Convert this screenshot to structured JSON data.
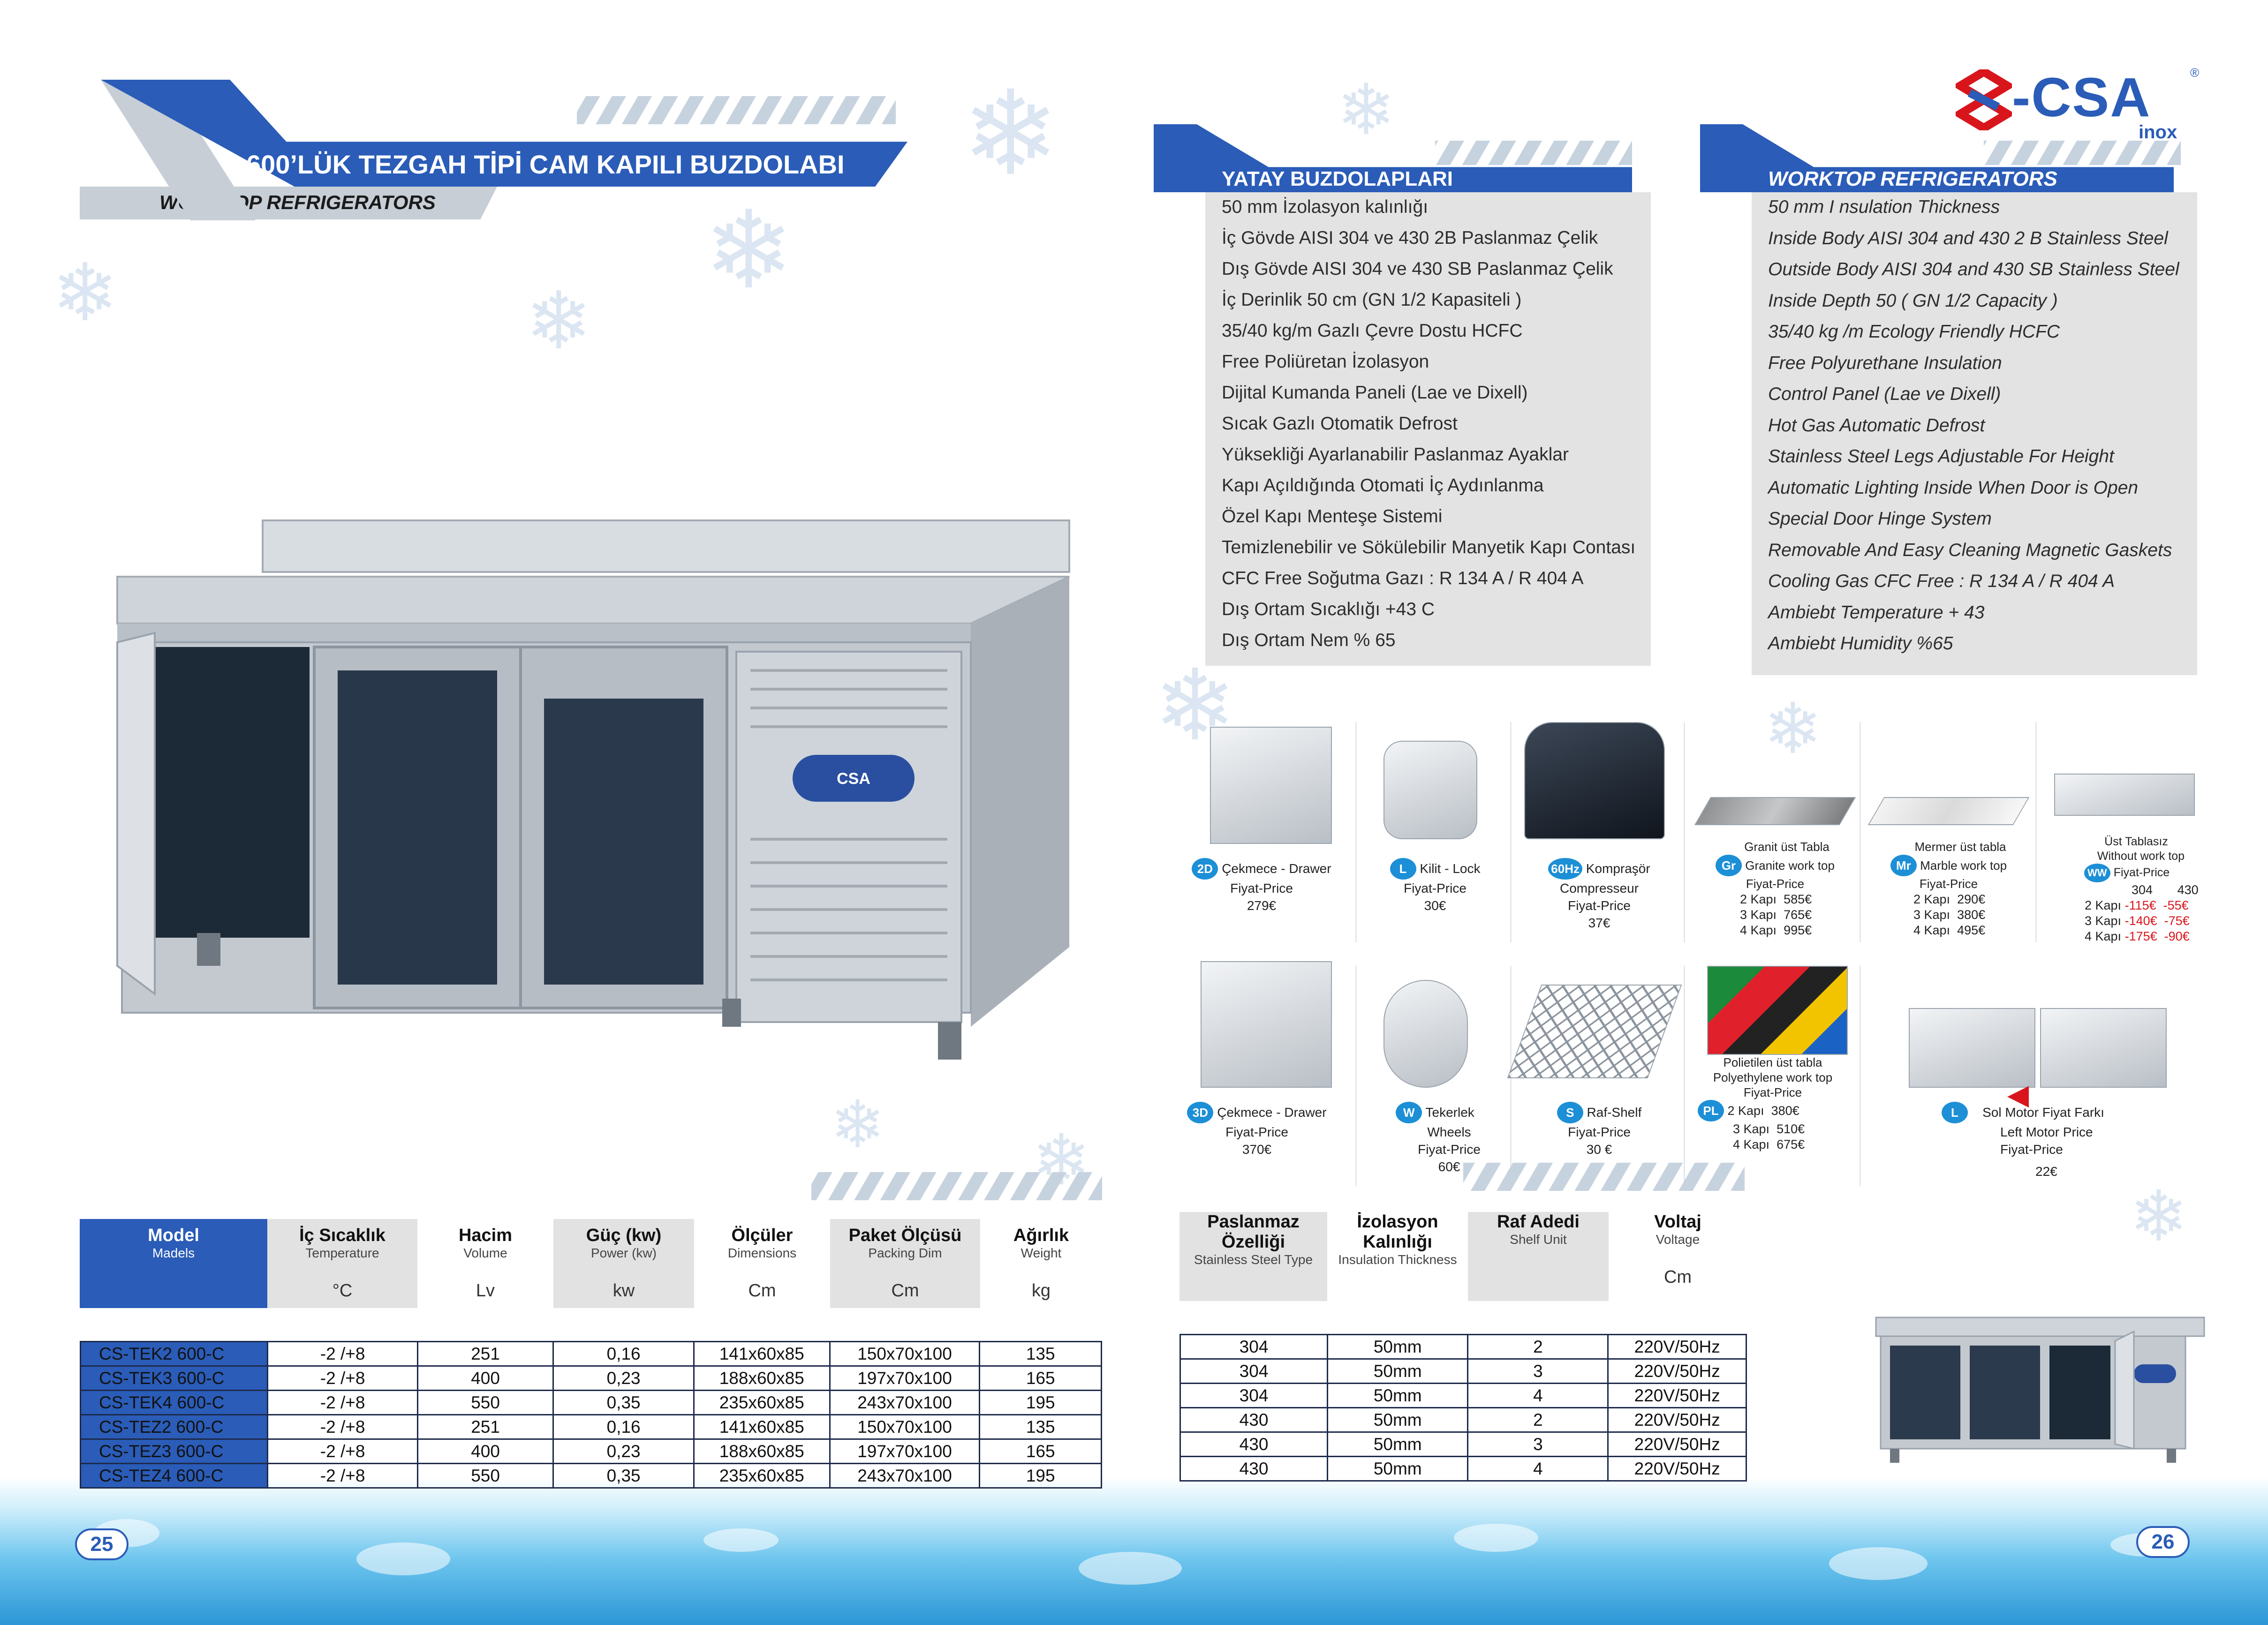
{
  "left_page": {
    "title": "600’LÜK  TEZGAH TİPİ CAM KAPILI BUZDOLABI",
    "subtitle": "WORKTOP  REFRIGERATORS",
    "page_number": "25"
  },
  "right_page": {
    "logo_text": "-CSA",
    "logo_sub": "inox",
    "logo_reg": "®",
    "page_number": "26",
    "tr_heading": "YATAY  BUZDOLAPLARI",
    "en_heading": "WORKTOP  REFRIGERATORS",
    "features_tr": [
      "50 mm İzolasyon kalınlığı",
      "İç Gövde AISI 304 ve 430 2B Paslanmaz Çelik",
      "Dış Gövde AISI 304 ve 430 SB Paslanmaz Çelik",
      "İç Derinlik 50 cm (GN 1/2 Kapasiteli )",
      "35/40 kg/m Gazlı Çevre Dostu HCFC",
      "Free Poliüretan İzolasyon",
      "Dijital Kumanda Paneli (Lae ve Dixell)",
      "Sıcak Gazlı Otomatik Defrost",
      "Yüksekliği Ayarlanabilir Paslanmaz Ayaklar",
      "Kapı Açıldığında Otomati İç Aydınlanma",
      "Özel  Kapı Menteşe Sistemi",
      "Temizlenebilir ve Sökülebilir Manyetik Kapı Contası",
      "CFC Free Soğutma Gazı : R 134 A  / R 404 A",
      "Dış Ortam Sıcaklığı  +43 C",
      "Dış Ortam Nem  % 65"
    ],
    "features_en": [
      "50 mm I nsulation Thickness",
      "Inside Body AISI 304 and 430 2 B Stainless Steel",
      "Outside Body AISI 304 and 430 SB Stainless Steel",
      "Inside Depth 50 ( GN 1/2 Capacity )",
      "35/40 kg /m Ecology Friendly HCFC",
      "Free Polyurethane Insulation",
      "Control Panel (Lae ve Dixell)",
      "Hot Gas Automatic Defrost",
      "Stainless Steel Legs Adjustable For Height",
      "Automatic Lighting Inside When Door is Open",
      "Special Door Hinge System",
      "Removable And Easy Cleaning Magnetic Gaskets",
      "Cooling Gas CFC Free : R 134 A  / R 404 A",
      "Ambiebt Temperature + 43",
      "Ambiebt  Humidity  %65"
    ]
  },
  "accessories_row1": [
    {
      "badge": "2D",
      "lines": [
        "Çekmece - Drawer",
        "Fiyat-Price",
        "279€"
      ]
    },
    {
      "badge": "L",
      "lines": [
        "Kilit - Lock",
        "Fiyat-Price",
        "30€"
      ]
    },
    {
      "badge": "60Hz",
      "lines": [
        "Kompraşör",
        "Compresseur",
        "Fiyat-Price",
        "37€"
      ]
    },
    {
      "badge": "Gr",
      "lines": [
        "Granit üst Tabla",
        "Granite work top",
        "Fiyat-Price"
      ],
      "prices": [
        [
          "2 Kapı",
          "585€"
        ],
        [
          "3 Kapı",
          "765€"
        ],
        [
          "4 Kapı",
          "995€"
        ]
      ]
    },
    {
      "badge": "Mr",
      "lines": [
        "Mermer üst tabla",
        "Marble work top",
        "Fiyat-Price"
      ],
      "prices": [
        [
          "2 Kapı",
          "290€"
        ],
        [
          "3 Kapı",
          "380€"
        ],
        [
          "4 Kapı",
          "495€"
        ]
      ]
    },
    {
      "badge": "WW",
      "lines": [
        "Üst Tablasız",
        "Without work top",
        "Fiyat-Price"
      ],
      "cols": [
        "304",
        "430"
      ],
      "prices": [
        [
          "2 Kapı",
          "-115€",
          "-55€"
        ],
        [
          "3 Kapı",
          "-140€",
          "-75€"
        ],
        [
          "4 Kapı",
          "-175€",
          "-90€"
        ]
      ]
    }
  ],
  "accessories_row2": [
    {
      "badge": "3D",
      "lines": [
        "Çekmece - Drawer",
        "Fiyat-Price",
        "370€"
      ]
    },
    {
      "badge": "W",
      "lines": [
        "Tekerlek",
        "Wheels",
        "Fiyat-Price",
        "60€"
      ]
    },
    {
      "badge": "S",
      "lines": [
        "Raf-Shelf",
        "Fiyat-Price",
        "30 €"
      ]
    },
    {
      "badge": "PL",
      "lines": [
        "Polietilen üst tabla",
        "Polyethylene work top",
        "Fiyat-Price"
      ],
      "prices": [
        [
          "2 Kapı",
          "380€"
        ],
        [
          "3 Kapı",
          "510€"
        ],
        [
          "4 Kapı",
          "675€"
        ]
      ]
    },
    {
      "badge": "L",
      "lines": [
        "Sol Motor Fiyat Farkı",
        "Left Motor Price",
        "Fiyat-Price",
        "22€"
      ]
    }
  ],
  "spec_table": {
    "headers": [
      {
        "title": "Model",
        "sub": "Madels",
        "unit": ""
      },
      {
        "title": "İç Sıcaklık",
        "sub": "Temperature",
        "unit": "°C"
      },
      {
        "title": "Hacim",
        "sub": "Volume",
        "unit": "Lv"
      },
      {
        "title": "Güç (kw)",
        "sub": "Power (kw)",
        "unit": "kw"
      },
      {
        "title": "Ölçüler",
        "sub": "Dimensions",
        "unit": "Cm"
      },
      {
        "title": "Paket Ölçüsü",
        "sub": "Packing Dim",
        "unit": "Cm"
      },
      {
        "title": "Ağırlık",
        "sub": "Weight",
        "unit": "kg"
      }
    ],
    "rows": [
      [
        "CS-TEK2 600-C",
        "-2 /+8",
        "251",
        "0,16",
        "141x60x85",
        "150x70x100",
        "135"
      ],
      [
        "CS-TEK3 600-C",
        "-2 /+8",
        "400",
        "0,23",
        "188x60x85",
        "197x70x100",
        "165"
      ],
      [
        "CS-TEK4 600-C",
        "-2 /+8",
        "550",
        "0,35",
        "235x60x85",
        "243x70x100",
        "195"
      ],
      [
        "CS-TEZ2 600-C",
        "-2 /+8",
        "251",
        "0,16",
        "141x60x85",
        "150x70x100",
        "135"
      ],
      [
        "CS-TEZ3 600-C",
        "-2 /+8",
        "400",
        "0,23",
        "188x60x85",
        "197x70x100",
        "165"
      ],
      [
        "CS-TEZ4 600-C",
        "-2 /+8",
        "550",
        "0,35",
        "235x60x85",
        "243x70x100",
        "195"
      ]
    ]
  },
  "material_table": {
    "headers": [
      {
        "title": "Paslanmaz Özelliği",
        "sub": "Stainless Steel Type",
        "unit": ""
      },
      {
        "title": "İzolasyon Kalınlığı",
        "sub": "Insulation Thickness",
        "unit": ""
      },
      {
        "title": "Raf Adedi",
        "sub": "Shelf Unit",
        "unit": ""
      },
      {
        "title": "Voltaj",
        "sub": "Voltage",
        "unit": "Cm"
      }
    ],
    "rows": [
      [
        "304",
        "50mm",
        "2",
        "220V/50Hz"
      ],
      [
        "304",
        "50mm",
        "3",
        "220V/50Hz"
      ],
      [
        "304",
        "50mm",
        "4",
        "220V/50Hz"
      ],
      [
        "430",
        "50mm",
        "2",
        "220V/50Hz"
      ],
      [
        "430",
        "50mm",
        "3",
        "220V/50Hz"
      ],
      [
        "430",
        "50mm",
        "4",
        "220V/50Hz"
      ]
    ]
  },
  "product_brand": "CSA"
}
